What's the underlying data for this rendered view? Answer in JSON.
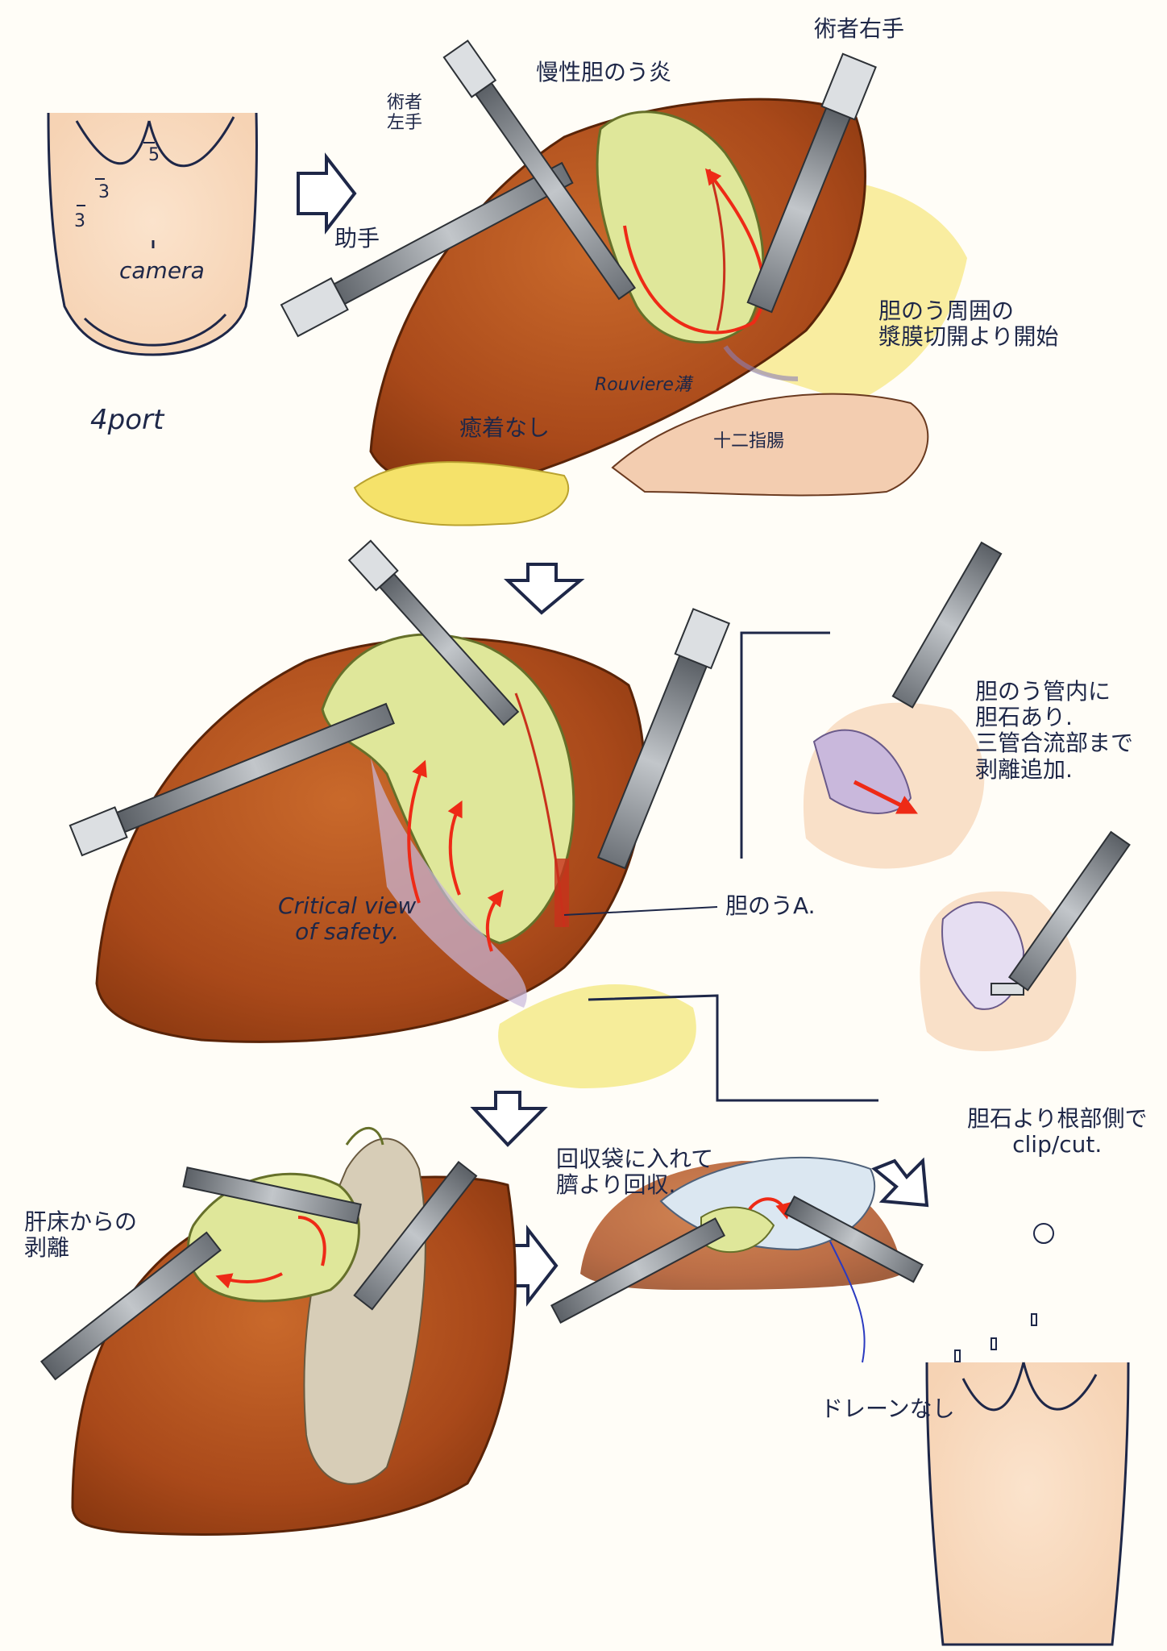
{
  "labels": {
    "four_port": "4port",
    "camera": "camera",
    "port_3a": "3",
    "port_3b": "3",
    "port_5": "5",
    "surgeon_right": "術者右手",
    "surgeon_left": "術者\n左手",
    "chronic": "慢性胆のう炎",
    "assistant": "助手",
    "serosa": "胆のう周囲の\n漿膜切開より開始",
    "rouviere": "Rouviere溝",
    "no_adhesion": "癒着なし",
    "duodenum": "十二指腸",
    "cvs": "Critical view\nof safety.",
    "cystic_artery": "胆のうA.",
    "stone_duct": "胆のう管内に\n胆石あり.\n三管合流部まで\n剥離追加.",
    "clip_cut": "胆石より根部側で\nclip/cut.",
    "liver_bed": "肝床からの\n剥離",
    "retrieval": "回収袋に入れて\n臍より回収.",
    "no_drain": "ドレーンなし"
  },
  "colors": {
    "liver": "#b5541f",
    "gallbladder": "#dfe79a",
    "fat": "#f3e25a",
    "instrument": "#9aa0a6",
    "arrow_red": "#ee2a16",
    "ink": "#1e2748"
  }
}
